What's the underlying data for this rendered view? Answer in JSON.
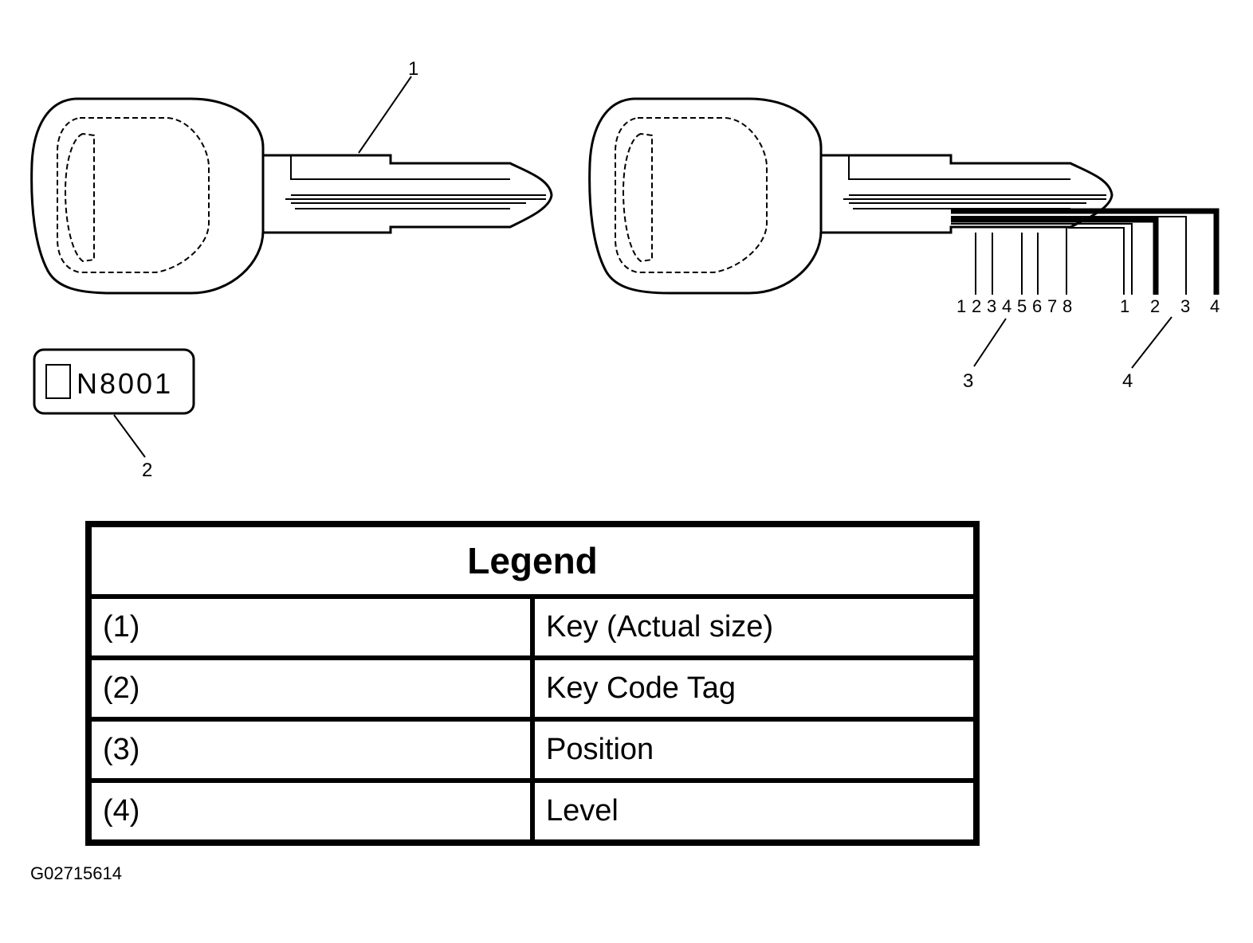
{
  "diagram": {
    "callouts": {
      "key": "1",
      "tag": "2",
      "position": "3",
      "level": "4"
    },
    "key_code_tag": "N8001",
    "position_scale": [
      "1",
      "2",
      "3",
      "4",
      "5",
      "6",
      "7",
      "8"
    ],
    "level_scale": [
      "1",
      "2",
      "3",
      "4"
    ]
  },
  "legend": {
    "title": "Legend",
    "rows": [
      {
        "num": "(1)",
        "desc": "Key (Actual size)"
      },
      {
        "num": "(2)",
        "desc": "Key Code Tag"
      },
      {
        "num": "(3)",
        "desc": "Position"
      },
      {
        "num": "(4)",
        "desc": "Level"
      }
    ]
  },
  "figure_id": "G02715614"
}
